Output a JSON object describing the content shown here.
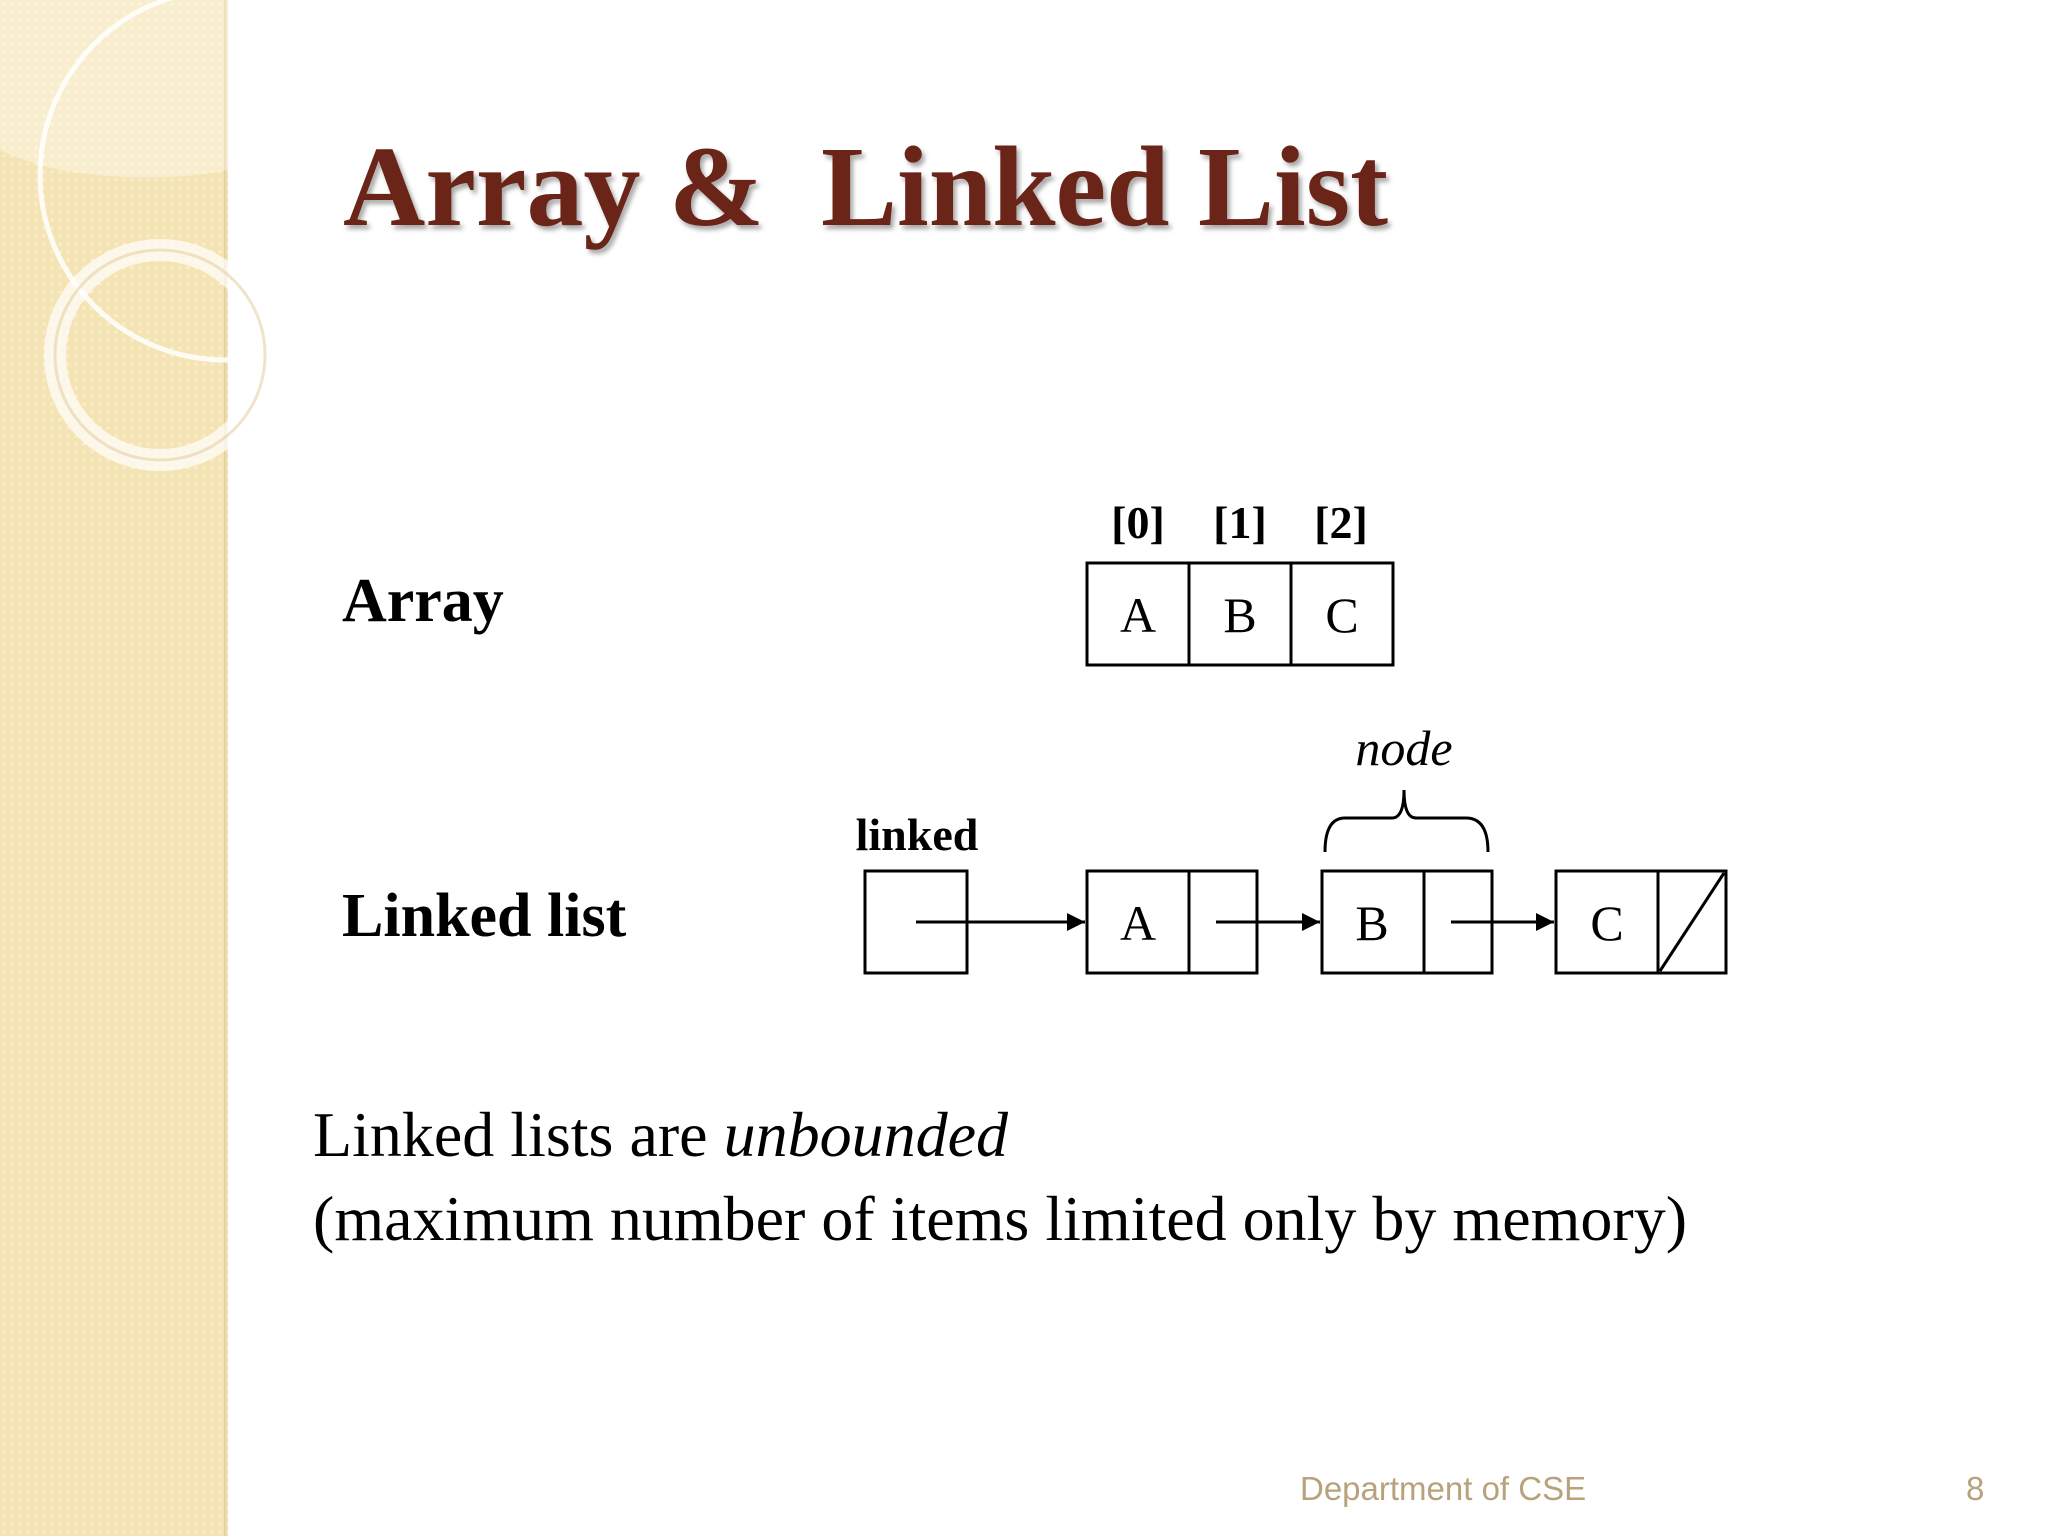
{
  "slide": {
    "title": "Array &  Linked List",
    "array_section": {
      "label": "Array",
      "indices": [
        "[0]",
        "[1]",
        "[2]"
      ],
      "cells": [
        "A",
        "B",
        "C"
      ]
    },
    "linked_section": {
      "label": "Linked list",
      "head_label": "linked",
      "node_label": "node",
      "nodes": [
        "A",
        "B",
        "C"
      ]
    },
    "body": {
      "line1_prefix": "Linked lists are ",
      "line1_emphasis": "unbounded",
      "line2": "(maximum number of items limited only by memory)"
    },
    "footer": {
      "department": "Department of CSE",
      "page_number": "8"
    }
  }
}
